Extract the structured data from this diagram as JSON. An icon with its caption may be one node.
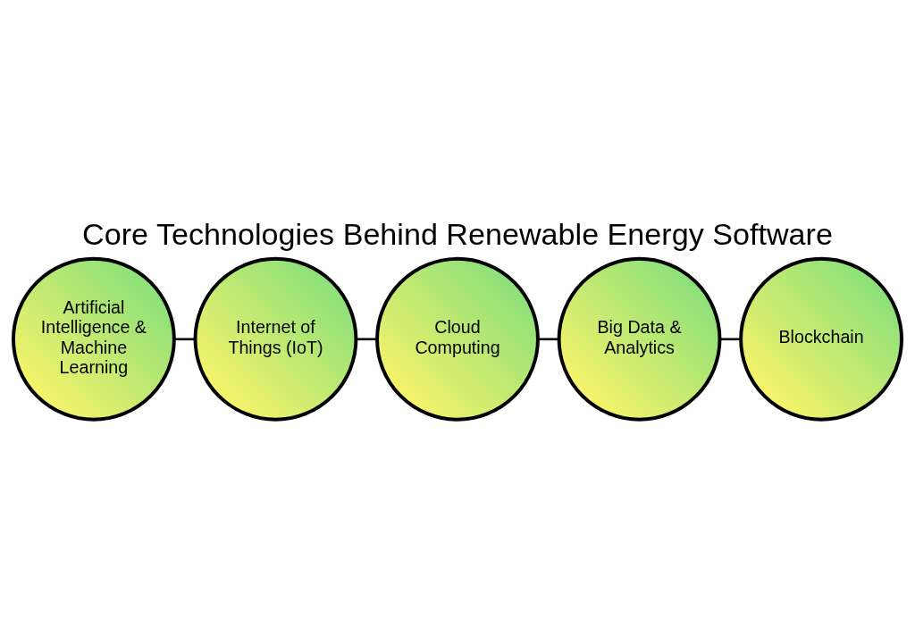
{
  "diagram": {
    "title": "Core Technologies Behind Renewable Energy Software",
    "nodes": [
      {
        "text": [
          "Artificial Intelligence & Machine Learning"
        ]
      },
      {
        "text": [
          "Internet of Things (IoT)"
        ]
      },
      {
        "text": [
          "Cloud Computing"
        ]
      },
      {
        "text": [
          "Big Data & Analytics"
        ]
      },
      {
        "text": [
          "Blockchain"
        ]
      }
    ],
    "edges": [
      {
        "from": 0,
        "to": 1,
        "arrow": "none"
      },
      {
        "from": 1,
        "to": 2,
        "arrow": "none"
      },
      {
        "from": 2,
        "to": 3,
        "arrow": "none"
      },
      {
        "from": 3,
        "to": 4,
        "arrow": "none"
      }
    ]
  }
}
